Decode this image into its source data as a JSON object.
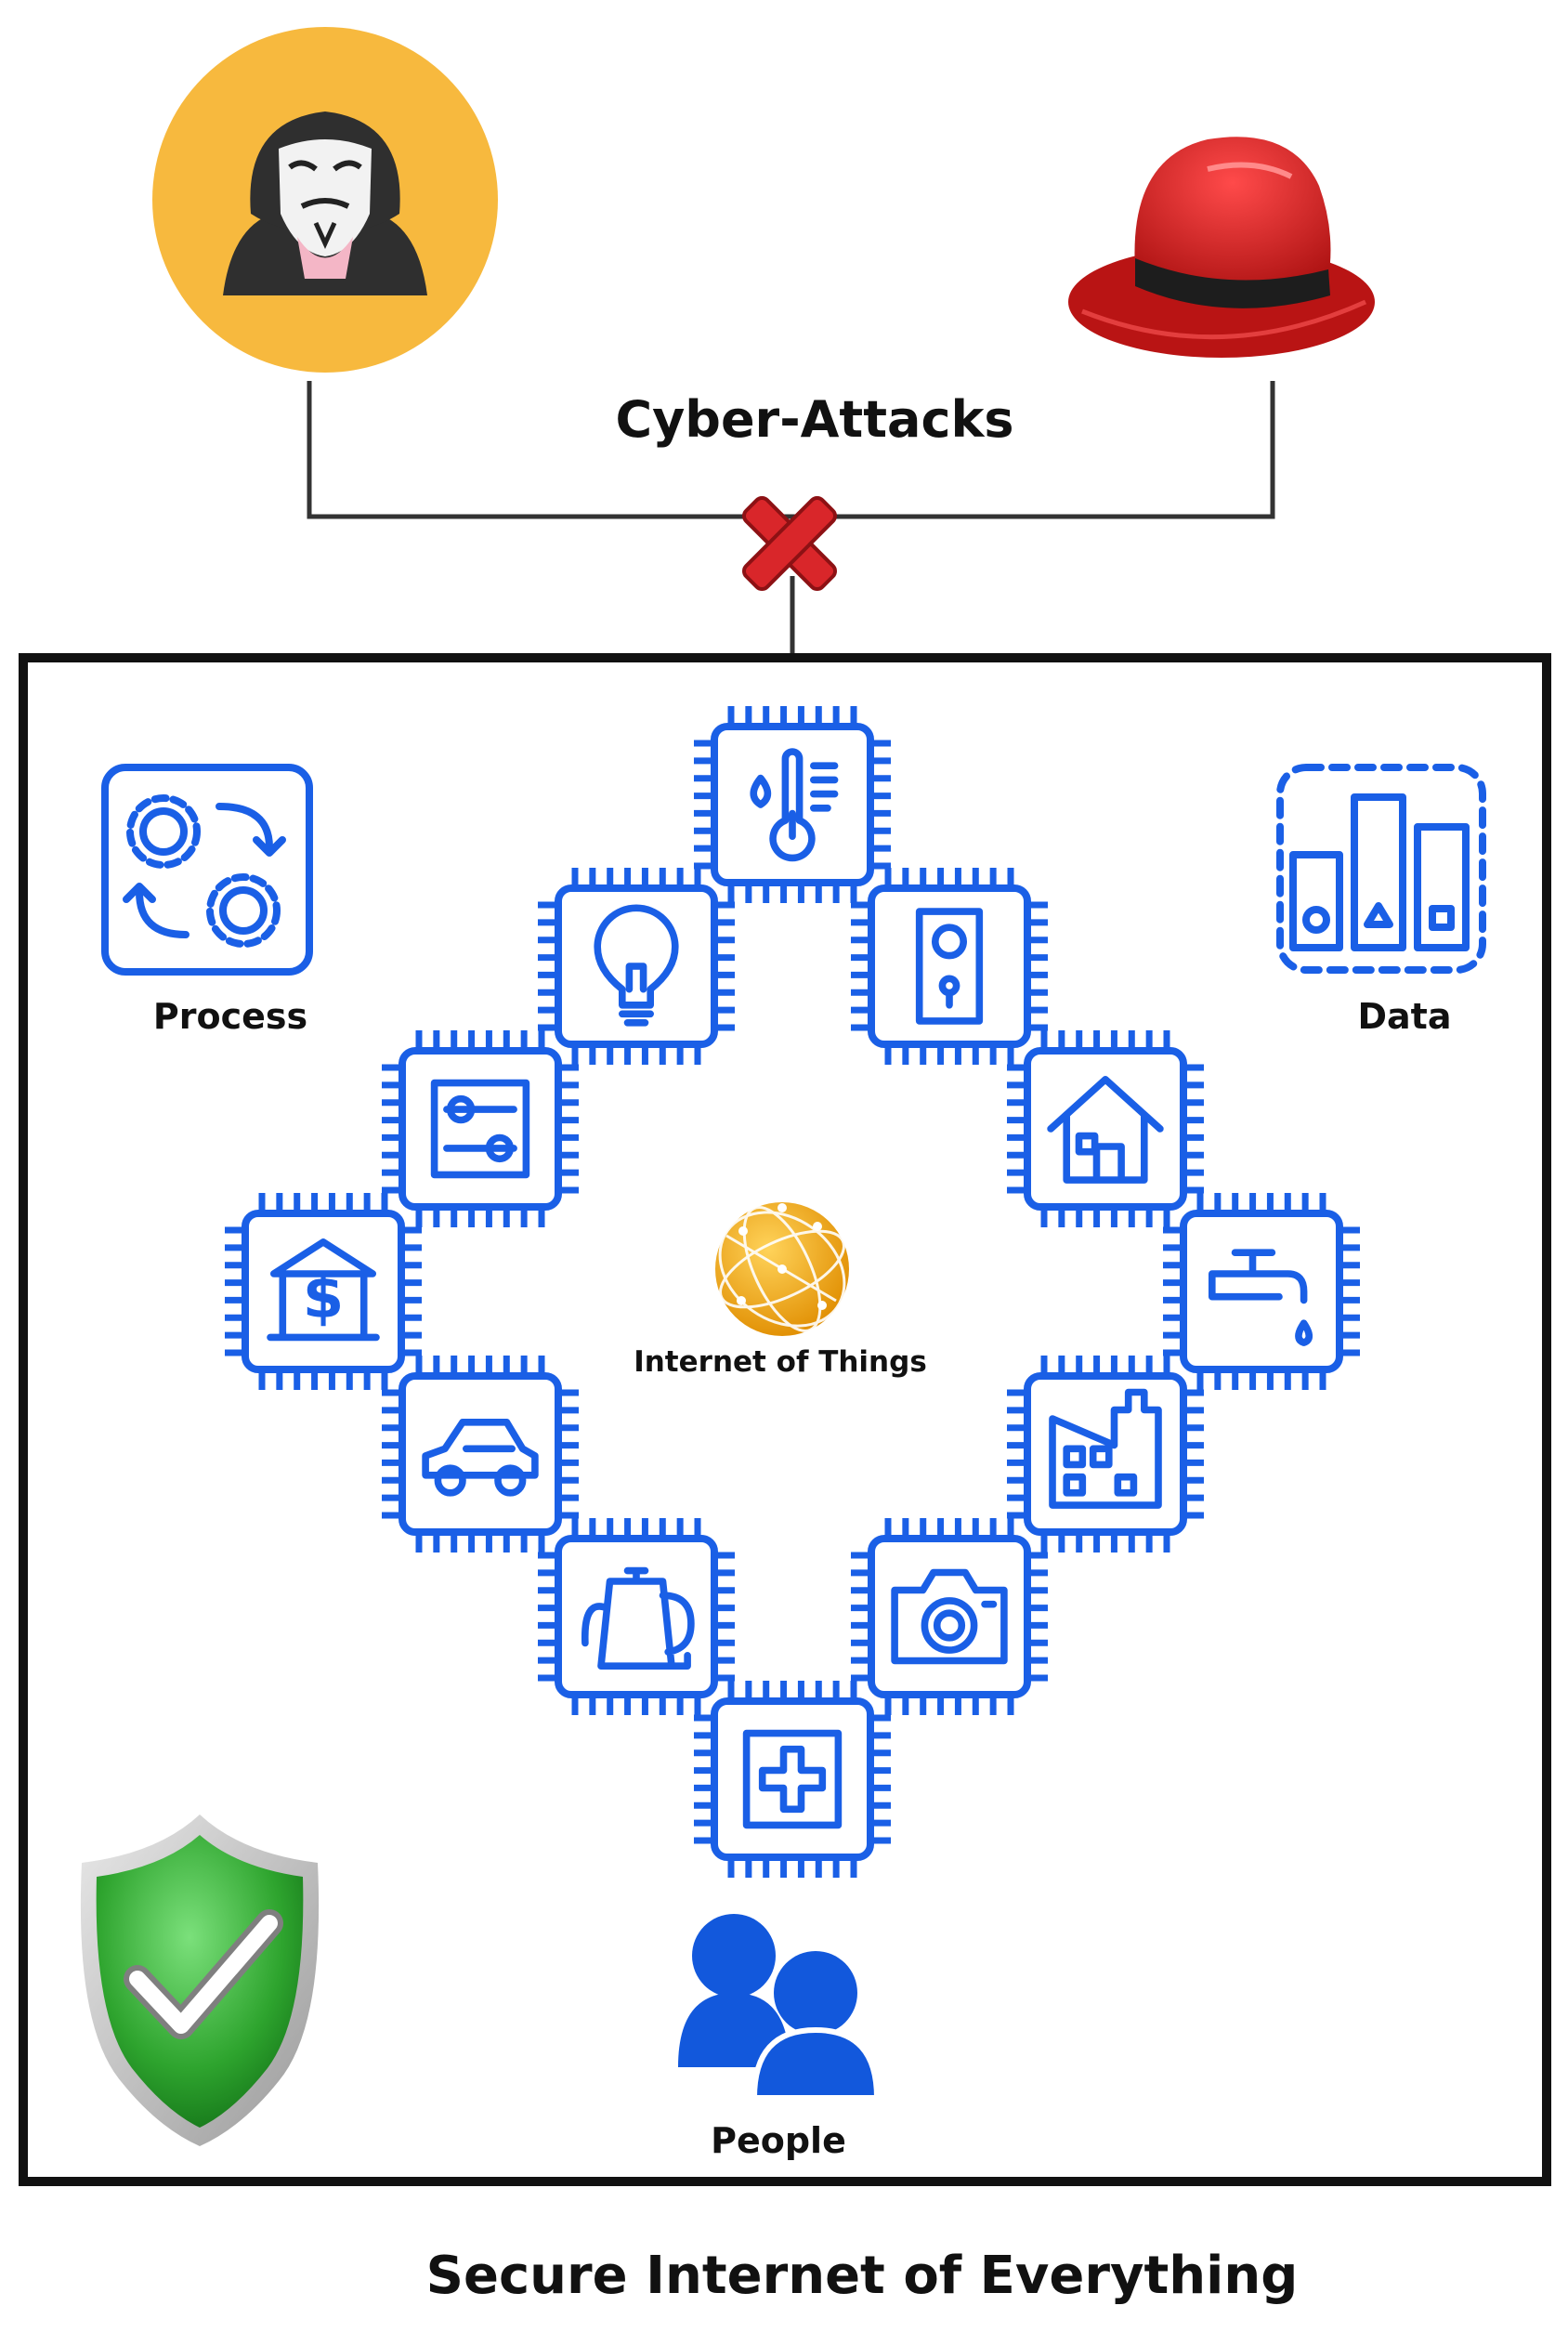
{
  "labels": {
    "cyber_attacks": "Cyber-Attacks",
    "process": "Process",
    "data": "Data",
    "iot_center": "Internet of Things",
    "people": "People",
    "footer": "Secure Internet of Everything"
  },
  "chips": [
    {
      "name": "thermometer-icon"
    },
    {
      "name": "doorbell-icon"
    },
    {
      "name": "house-icon"
    },
    {
      "name": "faucet-icon"
    },
    {
      "name": "factory-icon"
    },
    {
      "name": "camera-icon"
    },
    {
      "name": "medical-cross-icon"
    },
    {
      "name": "kettle-icon"
    },
    {
      "name": "car-icon"
    },
    {
      "name": "bank-icon"
    },
    {
      "name": "switch-panel-icon"
    },
    {
      "name": "light-bulb-icon"
    }
  ],
  "colors": {
    "chip_blue": "#1a5fe6",
    "people_blue": "#1258dc",
    "hacker_circle": "#f7b93e",
    "hat_red": "#dc1e1e",
    "shield_green": "#2ea42e",
    "globe_orange": "#f0a71a",
    "cross_red": "#d9262a"
  }
}
